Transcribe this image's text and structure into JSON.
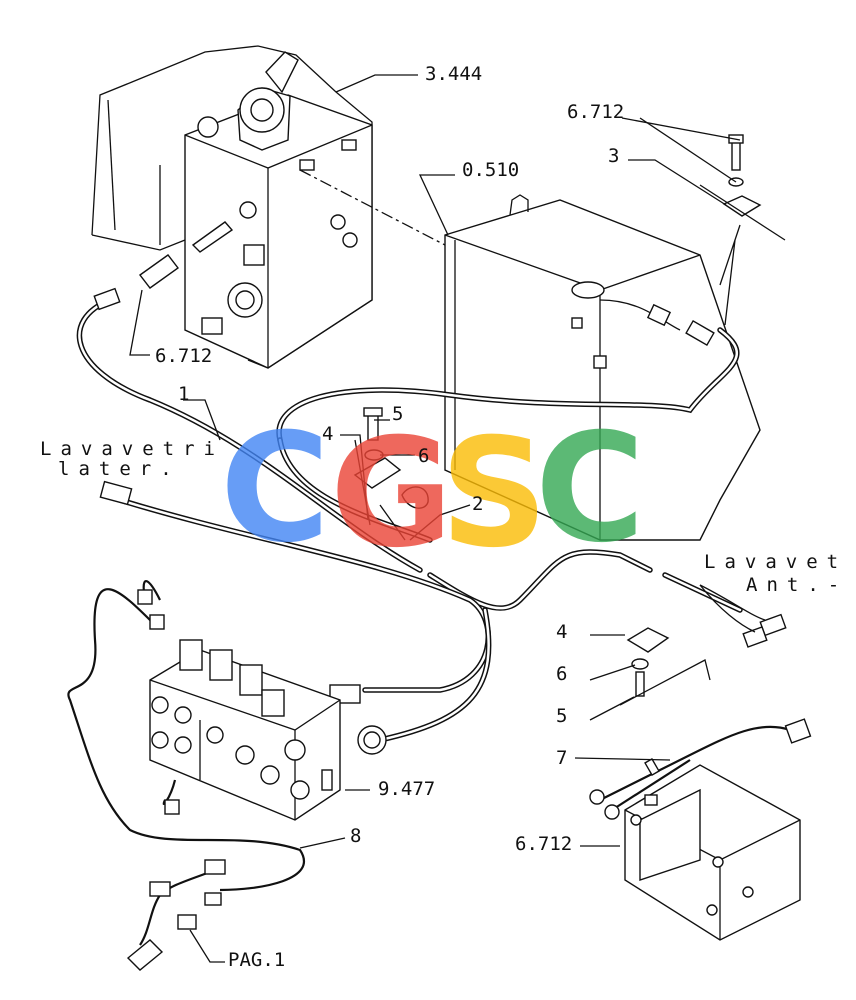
{
  "labels": {
    "tank_ref": "3.444",
    "box_ref": "0.510",
    "bolt_ref_top": "6.712",
    "bracket_ref_top": "3",
    "connector_ref_left": "6.712",
    "harness_ref": "1",
    "note_left_line1": "Lavavetri",
    "note_left_line2": "later.",
    "clip_ref_4": "4",
    "clip_ref_5": "5",
    "clip_ref_6": "6",
    "clip_ref_2": "2",
    "note_right_line1": "Lavavet",
    "note_right_line2": "Ant.-",
    "lower_ref_4": "4",
    "lower_ref_6": "6",
    "lower_ref_5": "5",
    "lower_ref_7": "7",
    "valve_ref": "9.477",
    "harness_ref_8": "8",
    "motor_ref": "6.712",
    "page_ref": "PAG.1"
  },
  "watermark": {
    "letters": [
      "C",
      "G",
      "S",
      "C"
    ],
    "colors": [
      "#4285F4",
      "#EA4335",
      "#FBBC05",
      "#34A853"
    ]
  }
}
